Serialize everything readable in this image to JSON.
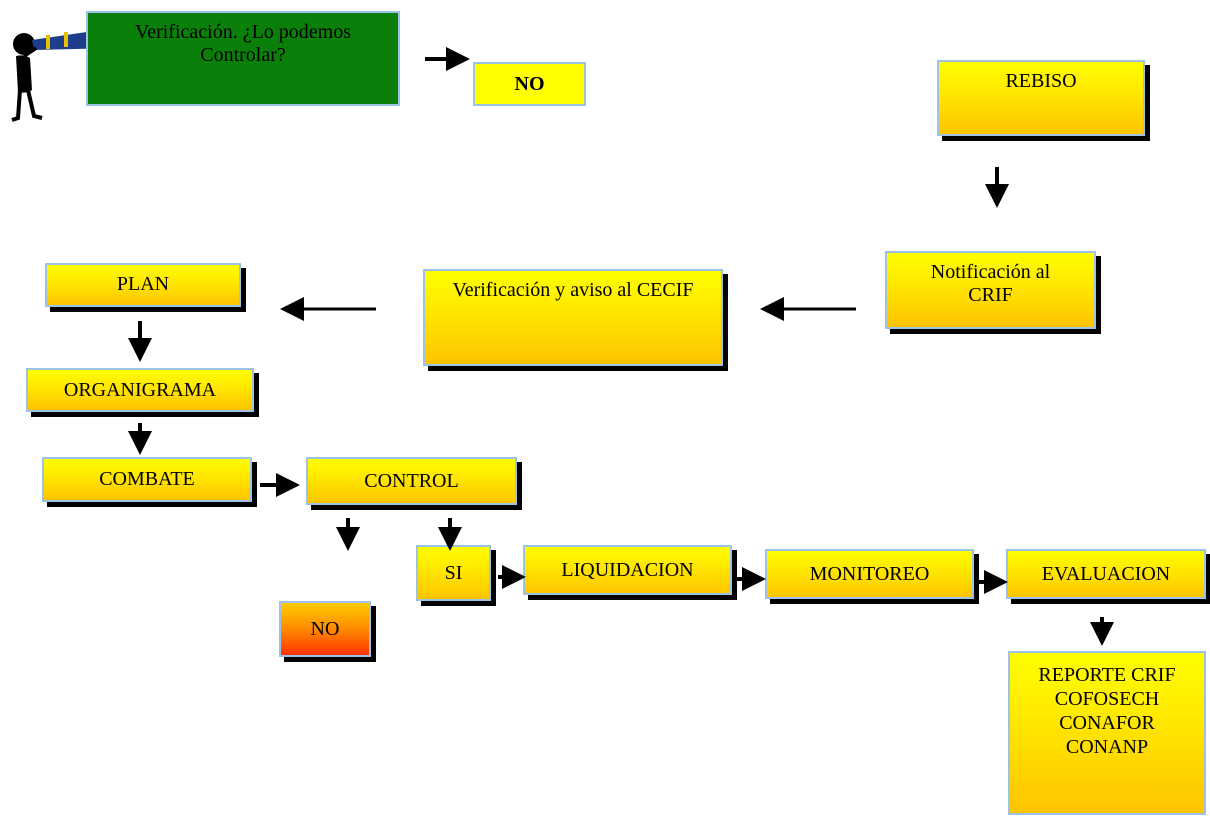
{
  "nodes": {
    "verificacion_controlar": "Verificación. ¿Lo podemos Controlar?",
    "no_top": "NO",
    "rebiso": "REBISO",
    "notificacion": "Notificación al CRIF",
    "verificacion_aviso": "Verificación y aviso al CECIF",
    "plan": "PLAN",
    "organigrama": "ORGANIGRAMA",
    "combate": "COMBATE",
    "control": "CONTROL",
    "si": "SI",
    "no_bottom": "NO",
    "liquidacion": "LIQUIDACION",
    "monitoreo": "MONITOREO",
    "evaluacion": "EVALUACION",
    "reporte": "REPORTE CRIF\nCOFOSECH\nCONAFOR\nCONANP"
  },
  "colors": {
    "box_yellow": "#ffe600",
    "box_orange": "#ffc400",
    "box_green": "#0a800a",
    "box_red": "#ff3300",
    "border": "#9cc3e6",
    "arrow": "#000000"
  },
  "icons": {
    "figure": "person-with-telescope-icon"
  }
}
